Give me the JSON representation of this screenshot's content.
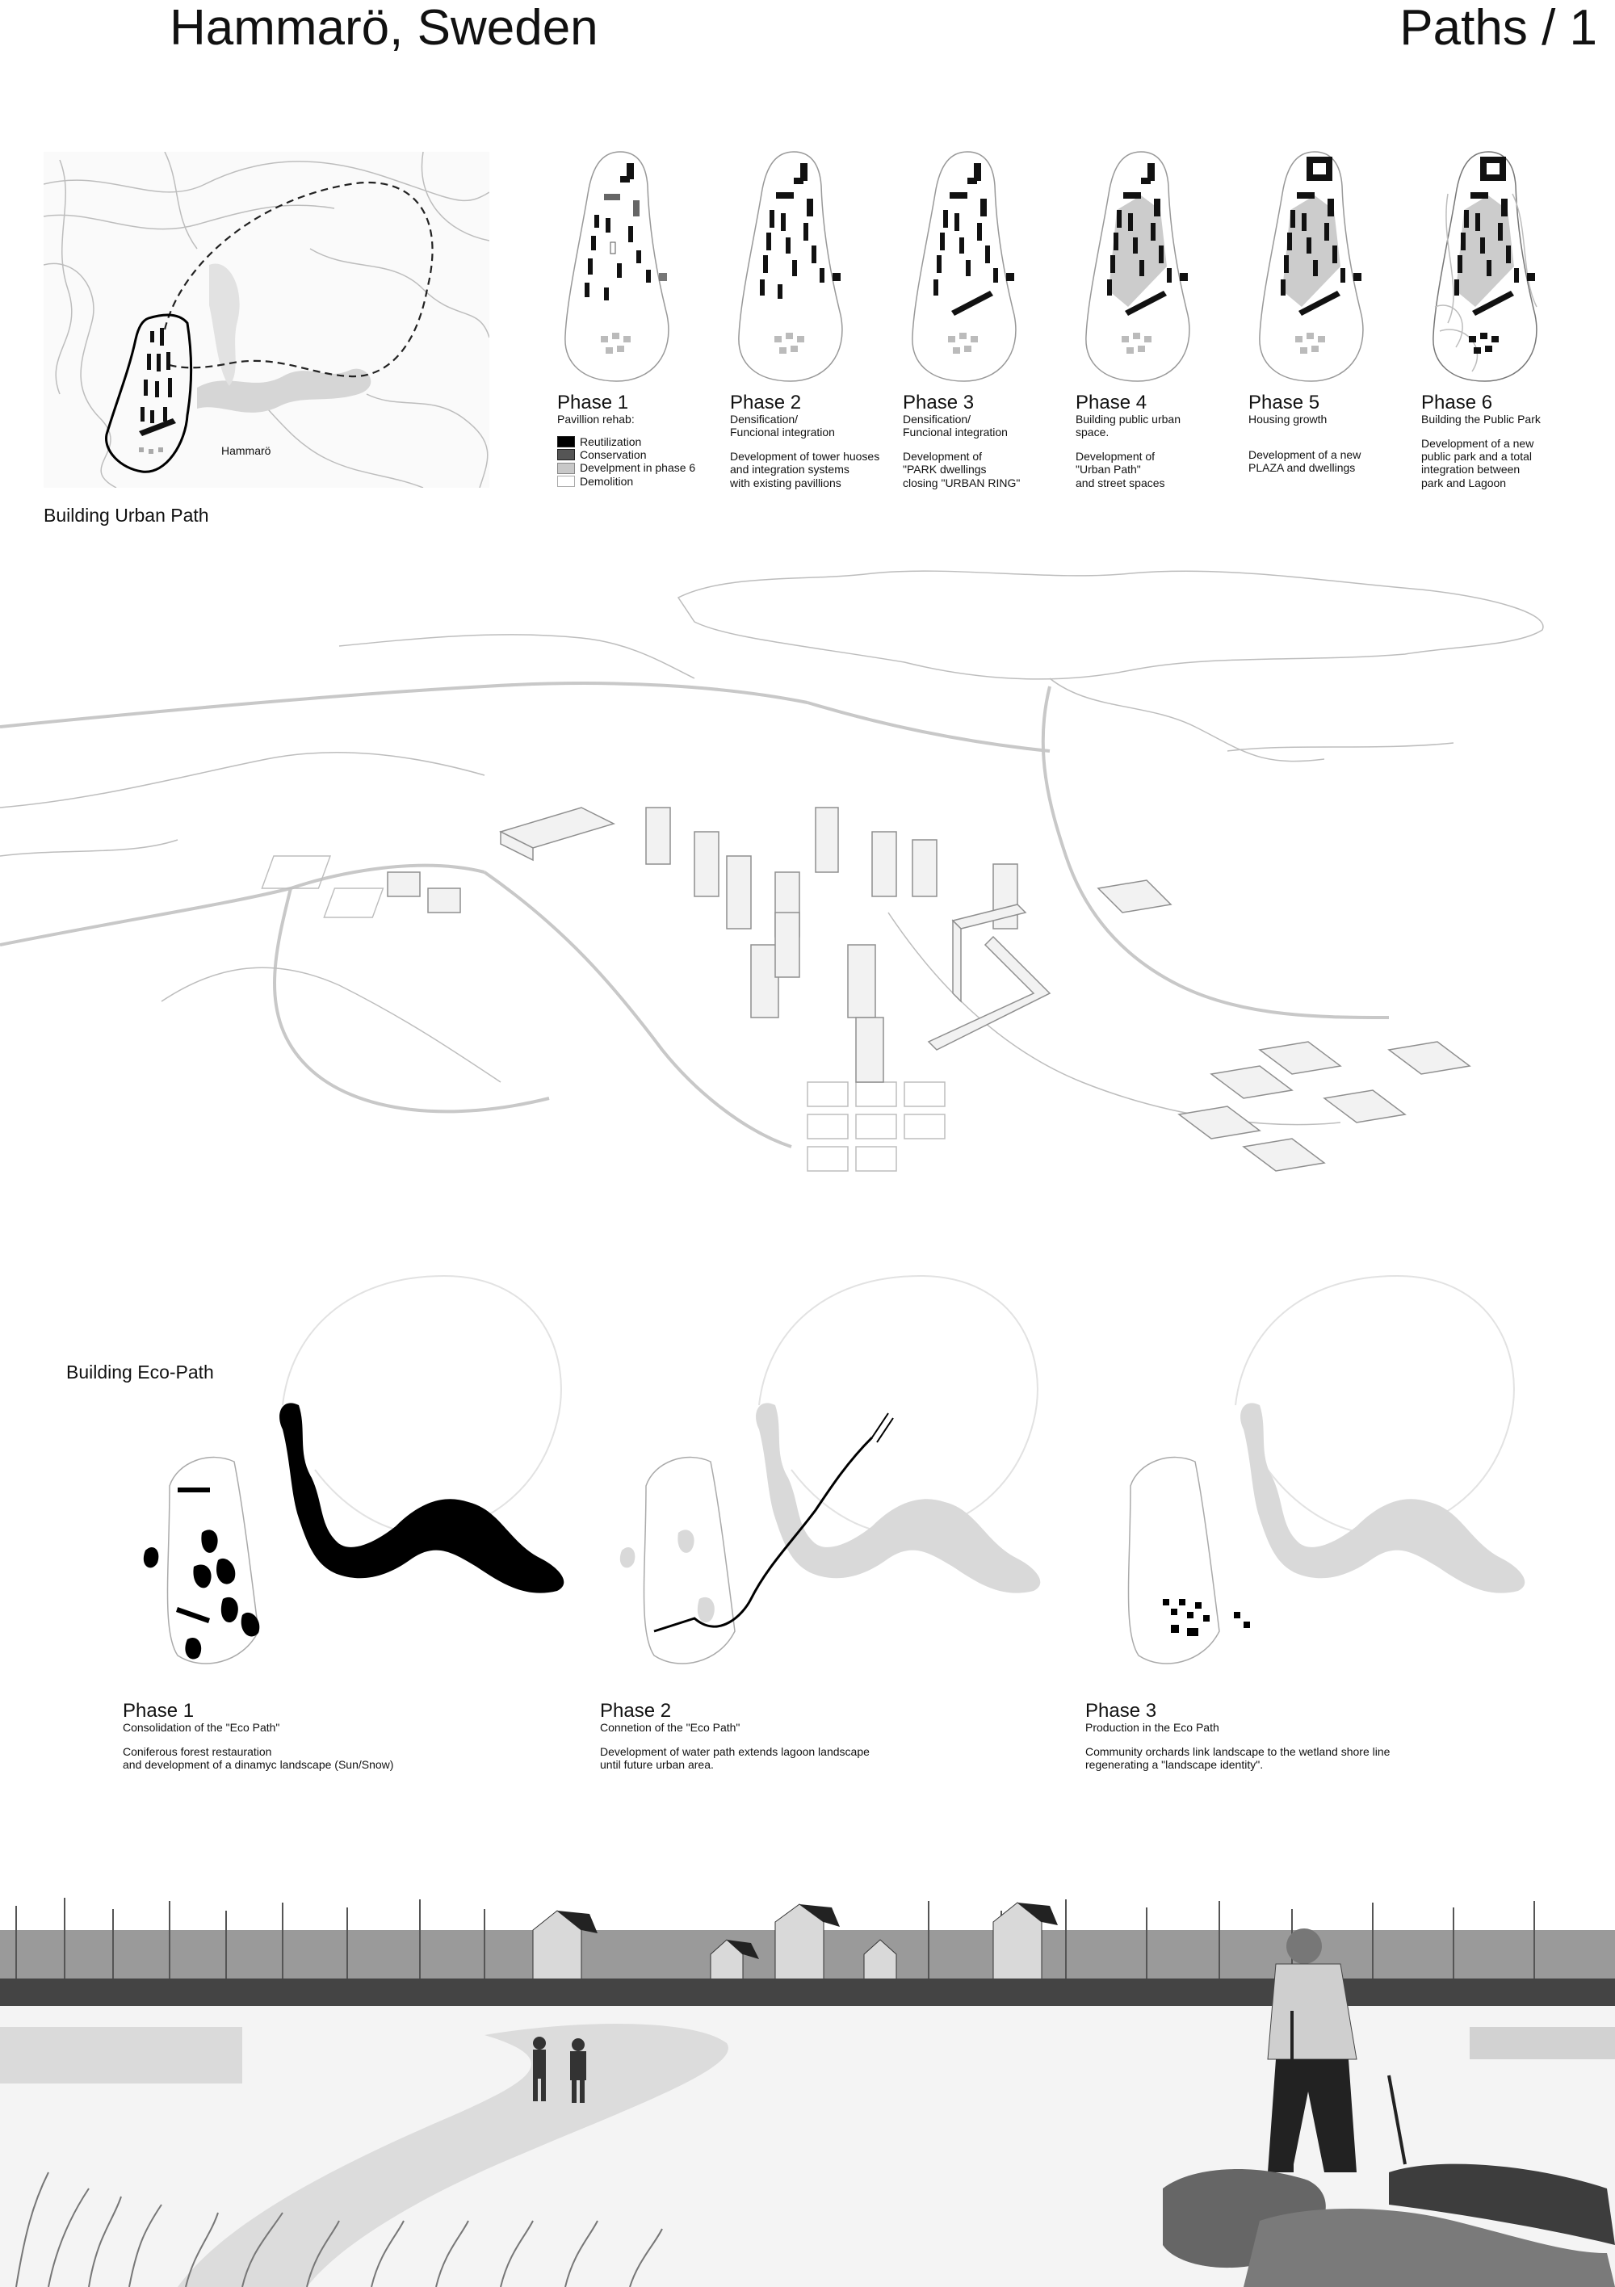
{
  "header": {
    "title": "Hammarö, Sweden",
    "sheet": "Paths / 1"
  },
  "sitemap": {
    "place_label": "Hammarö"
  },
  "urban_phases": [
    {
      "name": "Phase 1",
      "subtitle": "Pavillion rehab:",
      "desc": ""
    },
    {
      "name": "Phase 2",
      "subtitle": "Densification/\nFuncional integration",
      "desc": "Development of tower huoses\nand integration systems\nwith existing pavillions"
    },
    {
      "name": "Phase 3",
      "subtitle": "Densification/\nFuncional integration",
      "desc": "Development of\n\"PARK dwellings\nclosing \"URBAN RING\""
    },
    {
      "name": "Phase 4",
      "subtitle": "Building public urban\nspace.",
      "desc": "Development of\n\"Urban Path\"\nand street spaces"
    },
    {
      "name": "Phase 5",
      "subtitle": "Housing growth",
      "desc": "Development of a new\nPLAZA and dwellings"
    },
    {
      "name": "Phase 6",
      "subtitle": "Building the Public Park",
      "desc": "Development of a new\npublic park and a total\nintegration between\npark and Lagoon"
    }
  ],
  "legend": [
    {
      "label": "Reutilization",
      "color": "#000000"
    },
    {
      "label": "Conservation",
      "color": "#555555"
    },
    {
      "label": "Develpment in phase 6",
      "color": "#c8c8c8"
    },
    {
      "label": "Demolition",
      "color": "#ffffff"
    }
  ],
  "sections": {
    "urban": "Building Urban Path",
    "eco": "Building Eco-Path"
  },
  "eco_phases": [
    {
      "name": "Phase 1",
      "subtitle": "Consolidation of the \"Eco Path\"",
      "desc": "Coniferous forest restauration\nand development of a dinamyc landscape (Sun/Snow)"
    },
    {
      "name": "Phase 2",
      "subtitle": "Connetion of the \"Eco Path\"",
      "desc": "Development of water path extends lagoon landscape\nuntil future urban area."
    },
    {
      "name": "Phase 3",
      "subtitle": "Production in the Eco Path",
      "desc": "Community orchards link landscape to the wetland shore line\nregenerating a \"landscape identity\"."
    }
  ]
}
